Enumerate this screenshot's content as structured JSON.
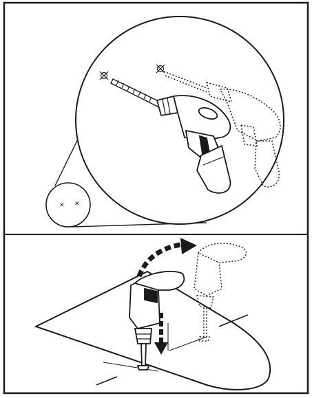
{
  "figure": {
    "frame_color": "#1a1a1a",
    "line_color": "#1a1a1a",
    "background": "#ffffff",
    "panels": [
      {
        "name": "top-panel",
        "content": [
          "magnified-circle",
          "small-reference-circle",
          "drill-solid",
          "drill-ghost",
          "drill-bit",
          "mark-x-1",
          "mark-x-2"
        ]
      },
      {
        "name": "bottom-panel",
        "content": [
          "sheet-outline",
          "drill-vertical",
          "drill-ghost-vertical",
          "rotation-arrow",
          "down-arrow",
          "guide-lines"
        ]
      }
    ]
  }
}
